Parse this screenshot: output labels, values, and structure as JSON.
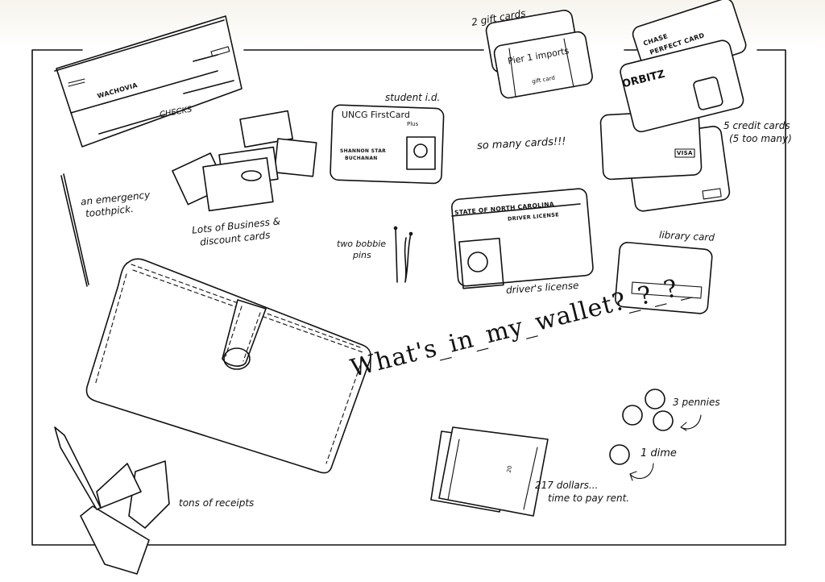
{
  "title": "What's_in_my_wallet?_?_?_",
  "items": {
    "checks": {
      "label": "CHECKS",
      "bank": "WACHOVIA"
    },
    "gift_cards": {
      "label": "2 gift cards",
      "brand": "Pier 1 imports",
      "card_text": "gift card"
    },
    "credit_cards": {
      "label_line1": "5 credit cards",
      "label_line2": "(5 too many)",
      "card_1": "CHASE",
      "card_1b": "PERFECT CARD",
      "card_2": "ORBITZ",
      "network": "VISA"
    },
    "student_id": {
      "label": "student i.d.",
      "card_title": "UNCG FirstCard",
      "card_subtitle": "Plus",
      "name_line1": "SHANNON STAR",
      "name_line2": "BUCHANAN"
    },
    "so_many_cards": {
      "label": "so many cards!!!"
    },
    "toothpick": {
      "label_line1": "an emergency",
      "label_line2": "toothpick."
    },
    "business_cards": {
      "label_line1": "Lots of Business &",
      "label_line2": "discount cards"
    },
    "bobbie_pins": {
      "label_line1": "two bobbie",
      "label_line2": "pins"
    },
    "drivers_license": {
      "label": "driver's license",
      "header": "STATE OF NORTH CAROLINA",
      "subheader": "DRIVER LICENSE"
    },
    "library_card": {
      "label": "library card"
    },
    "pennies": {
      "label": "3 pennies"
    },
    "dime": {
      "label": "1 dime"
    },
    "cash": {
      "label_line1": "217 dollars...",
      "label_line2": "time to pay rent.",
      "bill_value": "20"
    },
    "receipts": {
      "label": "tons of receipts"
    }
  }
}
